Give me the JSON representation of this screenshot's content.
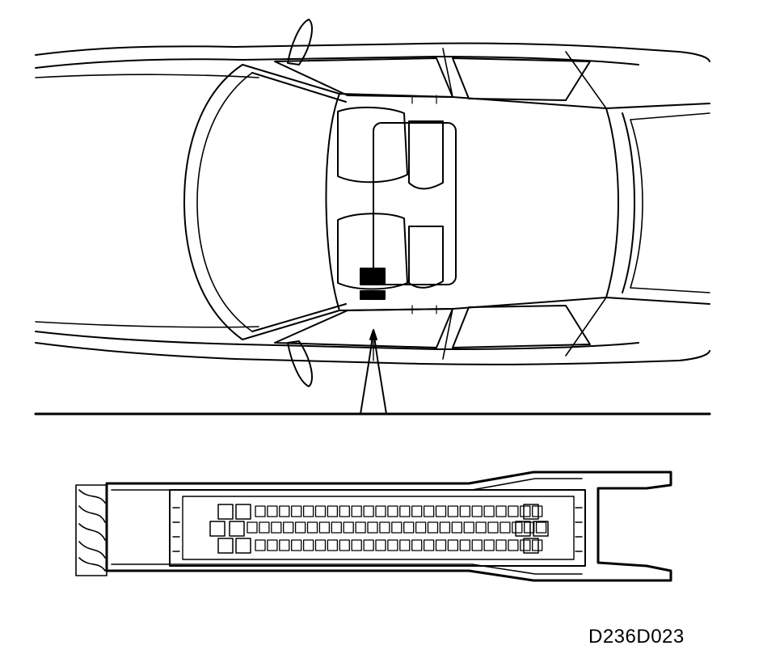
{
  "figure": {
    "reference_code": "D236D023",
    "connector": {
      "row_top_pins": 24,
      "row_middle_pins": 25,
      "row_bottom_pins": 24
    }
  },
  "colors": {
    "stroke": "#000000",
    "background": "#ffffff"
  }
}
